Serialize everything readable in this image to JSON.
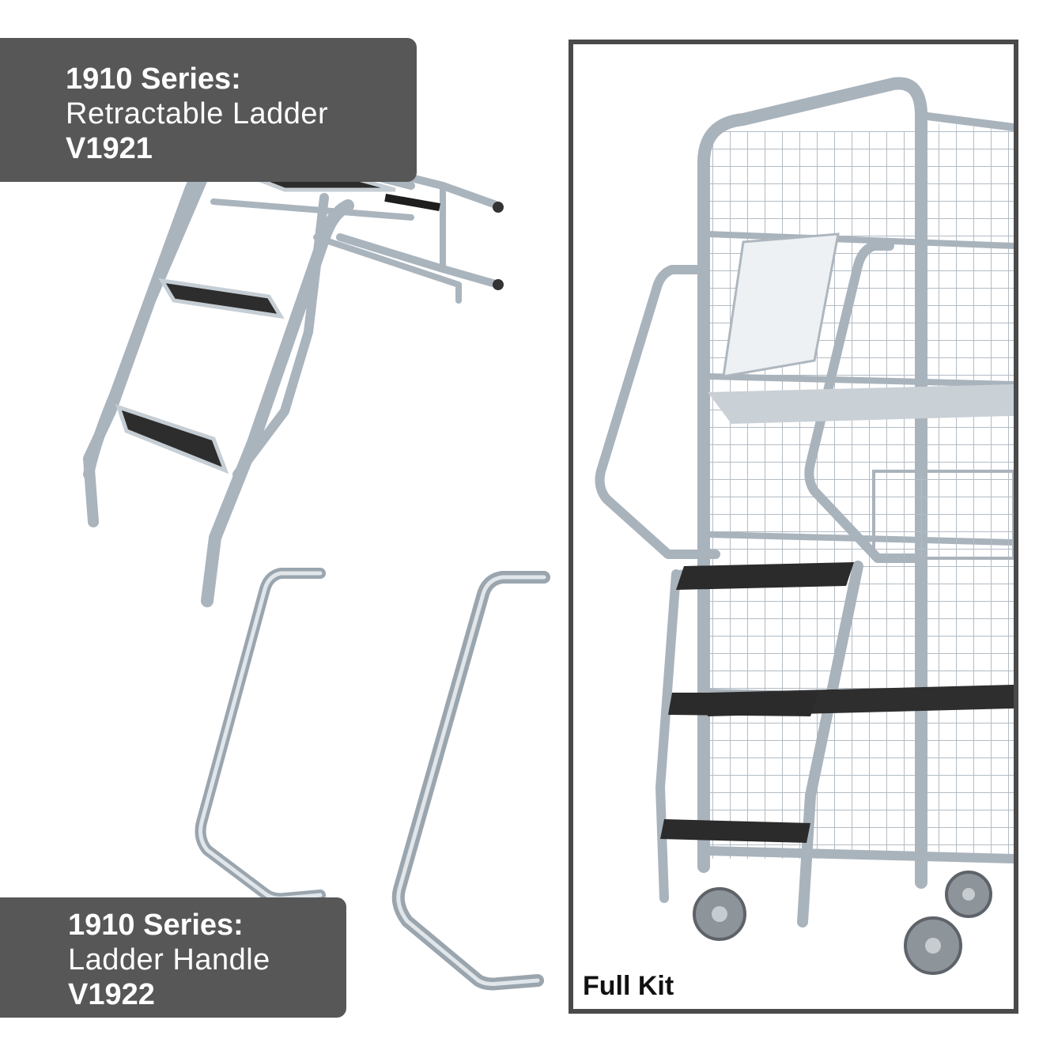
{
  "ladder_label": {
    "series": "1910 Series:",
    "name": "Retractable Ladder",
    "code": "V1921"
  },
  "handle_label": {
    "series": "1910 Series:",
    "name": "Ladder Handle",
    "code": "V1922"
  },
  "kit_panel": {
    "caption": "Full Kit"
  },
  "colors": {
    "label_background": "#575757",
    "panel_border": "#4a4a4a",
    "metal": "#b7c1ca",
    "tread": "#2b2b2b"
  }
}
